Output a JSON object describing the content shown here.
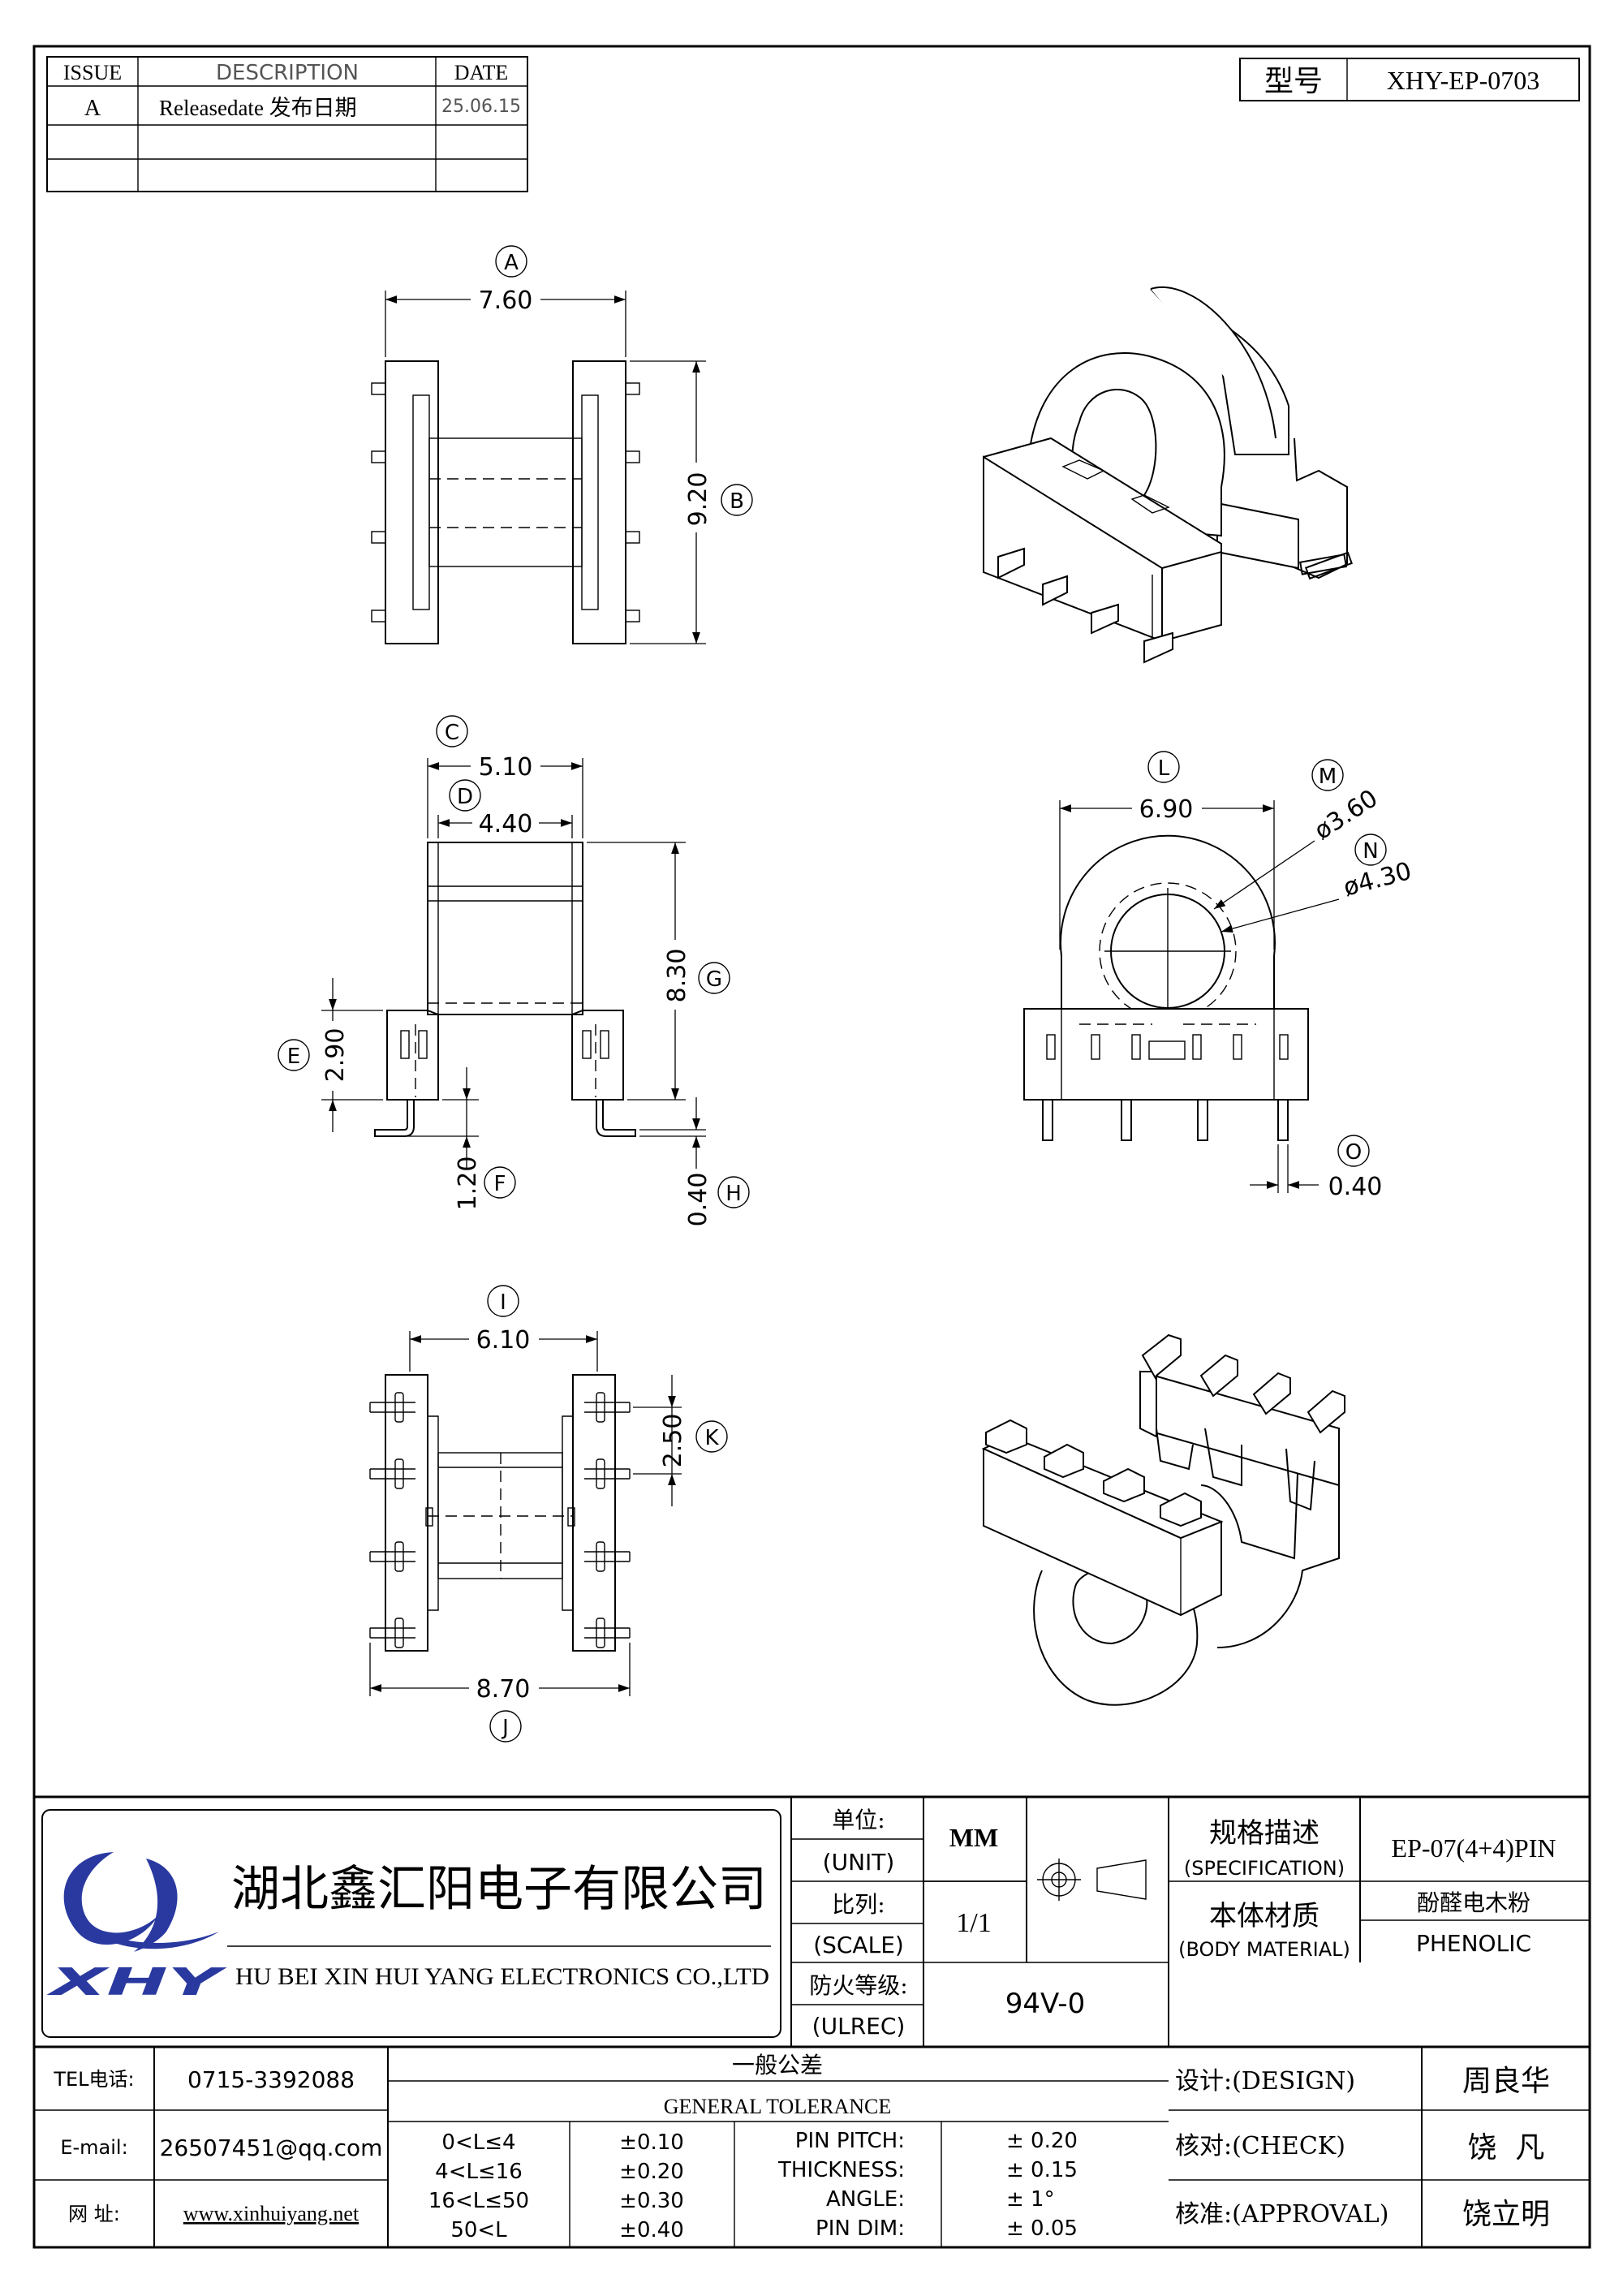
{
  "revision_table": {
    "headers": {
      "issue": "ISSUE",
      "description": "DESCRIPTION",
      "date": "DATE"
    },
    "rows": [
      {
        "issue": "A",
        "description": "Releasedate 发布日期",
        "date": "25.06.15"
      },
      {
        "issue": "",
        "description": "",
        "date": ""
      },
      {
        "issue": "",
        "description": "",
        "date": ""
      }
    ]
  },
  "model": {
    "label": "型号",
    "value": "XHY-EP-0703"
  },
  "dimensions": {
    "A": {
      "letter": "A",
      "value": "7.60"
    },
    "B": {
      "letter": "B",
      "value": "9.20"
    },
    "C": {
      "letter": "C",
      "value": "5.10"
    },
    "D": {
      "letter": "D",
      "value": "4.40"
    },
    "E": {
      "letter": "E",
      "value": "2.90"
    },
    "F": {
      "letter": "F",
      "value": "1.20"
    },
    "G": {
      "letter": "G",
      "value": "8.30"
    },
    "H": {
      "letter": "H",
      "value": "0.40"
    },
    "I": {
      "letter": "I",
      "value": "6.10"
    },
    "J": {
      "letter": "J",
      "value": "8.70"
    },
    "K": {
      "letter": "K",
      "value": "2.50"
    },
    "L": {
      "letter": "L",
      "value": "6.90"
    },
    "M": {
      "letter": "M",
      "value": "ø3.60"
    },
    "N": {
      "letter": "N",
      "value": "ø4.30"
    },
    "O": {
      "letter": "O",
      "value": "0.40"
    }
  },
  "company": {
    "name_cn": "湖北鑫汇阳电子有限公司",
    "name_en": "HU BEI XIN HUI YANG ELECTRONICS CO.,LTD",
    "logo_text": "XHY"
  },
  "unit": {
    "label_cn": "单位:",
    "label_en": "(UNIT)",
    "value": "MM"
  },
  "scale": {
    "label_cn": "比列:",
    "label_en": "(SCALE)",
    "value": "1/1"
  },
  "fire": {
    "label_cn": "防火等级:",
    "label_en": "(ULREC)",
    "value": "94V-0"
  },
  "specification": {
    "label_cn": "规格描述",
    "label_en": "(SPECIFICATION)",
    "value": "EP-07(4+4)PIN"
  },
  "material": {
    "label_cn": "本体材质",
    "label_en": "(BODY MATERIAL)",
    "value_cn": "酚醛电木粉",
    "value_en": "PHENOLIC"
  },
  "contact": {
    "tel_label": "TEL电话:",
    "tel": "0715-3392088",
    "email_label": "E-mail:",
    "email": "26507451@qq.com",
    "web_label": "网  址:",
    "web": "www.xinhuiyang.net"
  },
  "tolerance": {
    "title_cn": "一般公差",
    "title_en": "GENERAL TOLERANCE",
    "ranges": [
      {
        "range": "0<L≤4",
        "tol": "±0.10"
      },
      {
        "range": "4<L≤16",
        "tol": "±0.20"
      },
      {
        "range": "16<L≤50",
        "tol": "±0.30"
      },
      {
        "range": "50<L",
        "tol": "±0.40"
      }
    ],
    "params": [
      {
        "name": "PIN PITCH:",
        "tol": "± 0.20"
      },
      {
        "name": "THICKNESS:",
        "tol": "± 0.15"
      },
      {
        "name": "ANGLE:",
        "tol": "± 1°"
      },
      {
        "name": "PIN DIM:",
        "tol": "± 0.05"
      }
    ]
  },
  "signoff": {
    "design_label": "设计:(DESIGN)",
    "design": "周良华",
    "check_label": "核对:(CHECK)",
    "check": "饶  凡",
    "approval_label": "核准:(APPROVAL)",
    "approval": "饶立明"
  }
}
